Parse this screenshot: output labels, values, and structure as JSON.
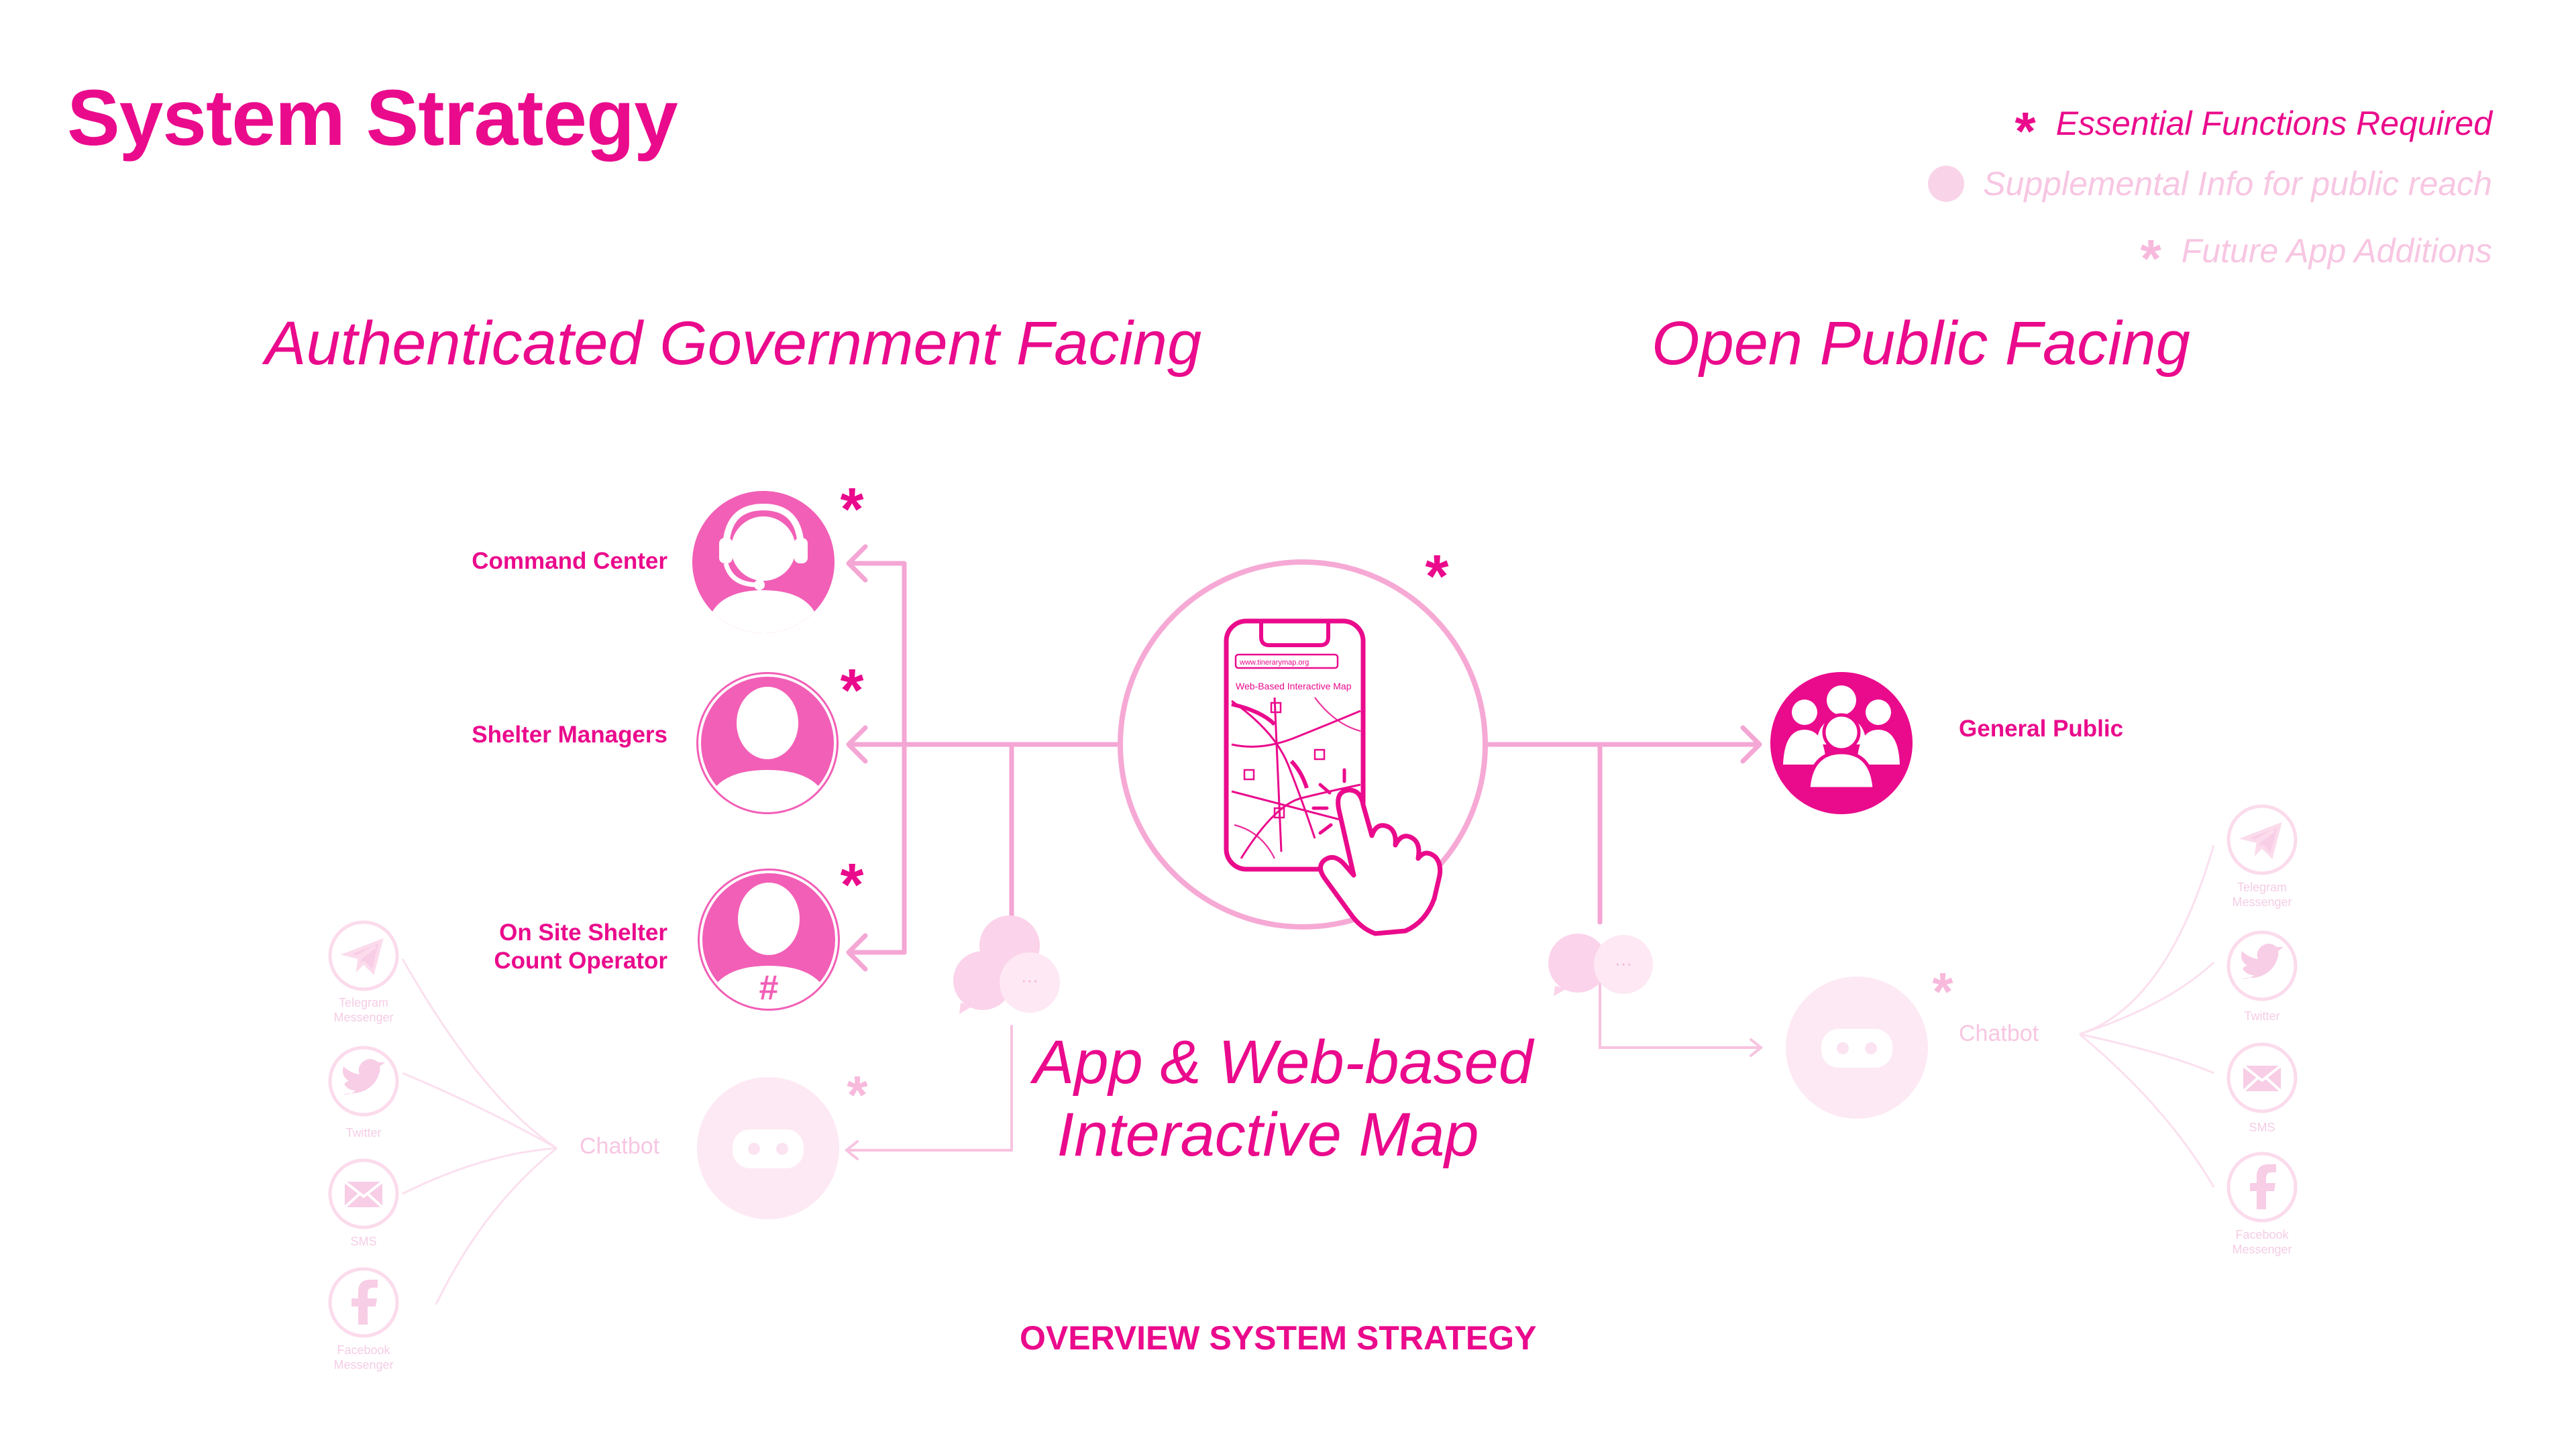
{
  "page": {
    "title": "System Strategy",
    "footer": "OVERVIEW SYSTEM STRATEGY"
  },
  "legend": [
    {
      "symbol": "*",
      "label": "Essential Functions Required",
      "color": "#ea0a8c"
    },
    {
      "symbol": "●",
      "label": "Supplemental Info for public reach",
      "color": "#f9d4e9"
    },
    {
      "symbol": "*",
      "label": "Future App Additions",
      "color": "#f7b9dc"
    }
  ],
  "sections": {
    "government": "Authenticated Government Facing",
    "public": "Open Public Facing"
  },
  "center": {
    "line1": "App & Web-based",
    "line2": "Interactive Map",
    "url_text": "www.tinerarymap.org",
    "map_title": "Web-Based Interactive Map"
  },
  "government_nodes": [
    {
      "label": "Command Center",
      "icon": "headset-operator-icon"
    },
    {
      "label": "Shelter Managers",
      "icon": "person-icon"
    },
    {
      "label": "On Site Shelter Count Operator",
      "line1": "On Site Shelter",
      "line2": "Count Operator",
      "icon": "person-hashtag-icon"
    }
  ],
  "public_nodes": [
    {
      "label": "General Public",
      "icon": "group-people-icon"
    }
  ],
  "chatbots": {
    "left": {
      "label": "Chatbot",
      "channels": [
        "Telegram Messenger",
        "Twitter",
        "SMS",
        "Facebook Messenger"
      ]
    },
    "right": {
      "label": "Chatbot",
      "channels": [
        "Telegram Messenger",
        "Twitter",
        "SMS",
        "Facebook Messenger"
      ]
    }
  },
  "colors": {
    "primary": "#ea0a8c",
    "node": "#f25fb6",
    "line": "#f4a6d4",
    "faint": "#fbe3f1",
    "faint_text": "#f7c6e2"
  }
}
